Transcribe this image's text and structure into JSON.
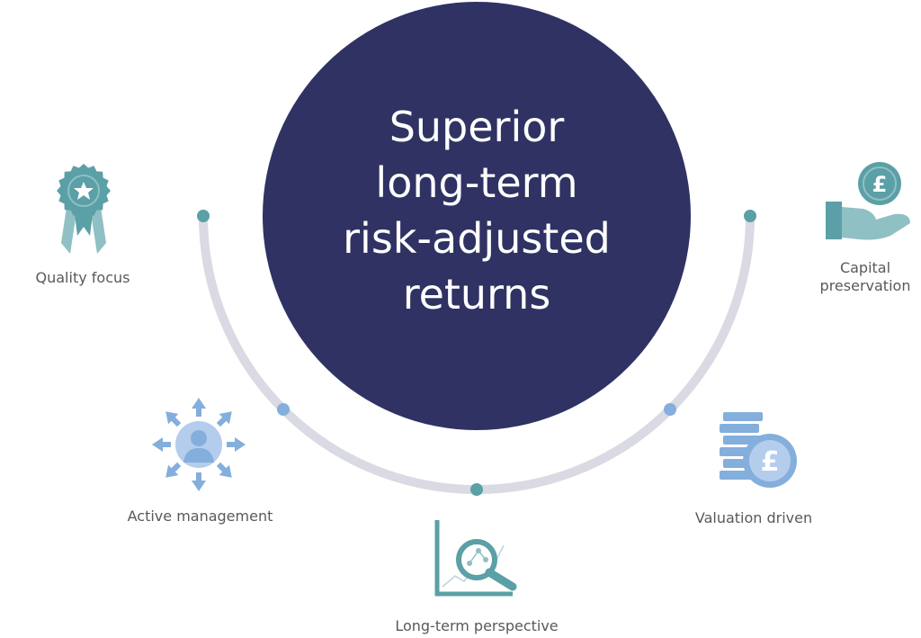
{
  "center": {
    "text": "Superior\nlong-term\nrisk-adjusted\nreturns"
  },
  "pillars": [
    {
      "id": "quality",
      "label": "Quality focus",
      "icon": "award-rosette-icon"
    },
    {
      "id": "capital",
      "label": "Capital\npreservation",
      "icon": "hand-holding-pound-coin-icon"
    },
    {
      "id": "active",
      "label": "Active management",
      "icon": "person-with-arrows-icon"
    },
    {
      "id": "valuation",
      "label": "Valuation driven",
      "icon": "pound-coin-stack-icon"
    },
    {
      "id": "longterm",
      "label": "Long-term perspective",
      "icon": "magnifying-glass-chart-icon"
    }
  ],
  "colors": {
    "circle": "#2f3263",
    "arc": "#d9dae3",
    "teal": "#5ba0a6",
    "teal_light": "#8fc0c4",
    "blue": "#84aedc",
    "blue_light": "#b4cdec",
    "label": "#58595b"
  }
}
